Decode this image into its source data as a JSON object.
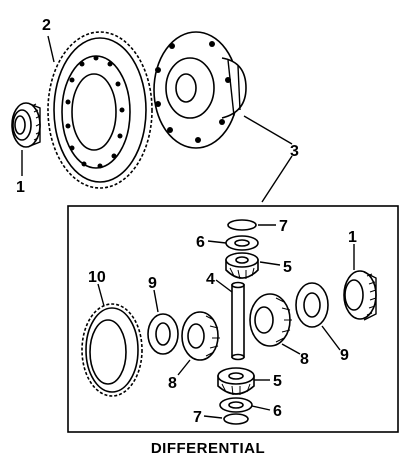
{
  "caption": "DIFFERENTIAL",
  "callouts": {
    "c1_top": "1",
    "c2": "2",
    "c3": "3",
    "c7_top": "7",
    "c6_top": "6",
    "c5_top": "5",
    "c4": "4",
    "c1_right": "1",
    "c10": "10",
    "c9_left": "9",
    "c8_left": "8",
    "c8_right": "8",
    "c9_right": "9",
    "c5_bottom": "5",
    "c7_bottom": "7",
    "c6_bottom": "6"
  }
}
